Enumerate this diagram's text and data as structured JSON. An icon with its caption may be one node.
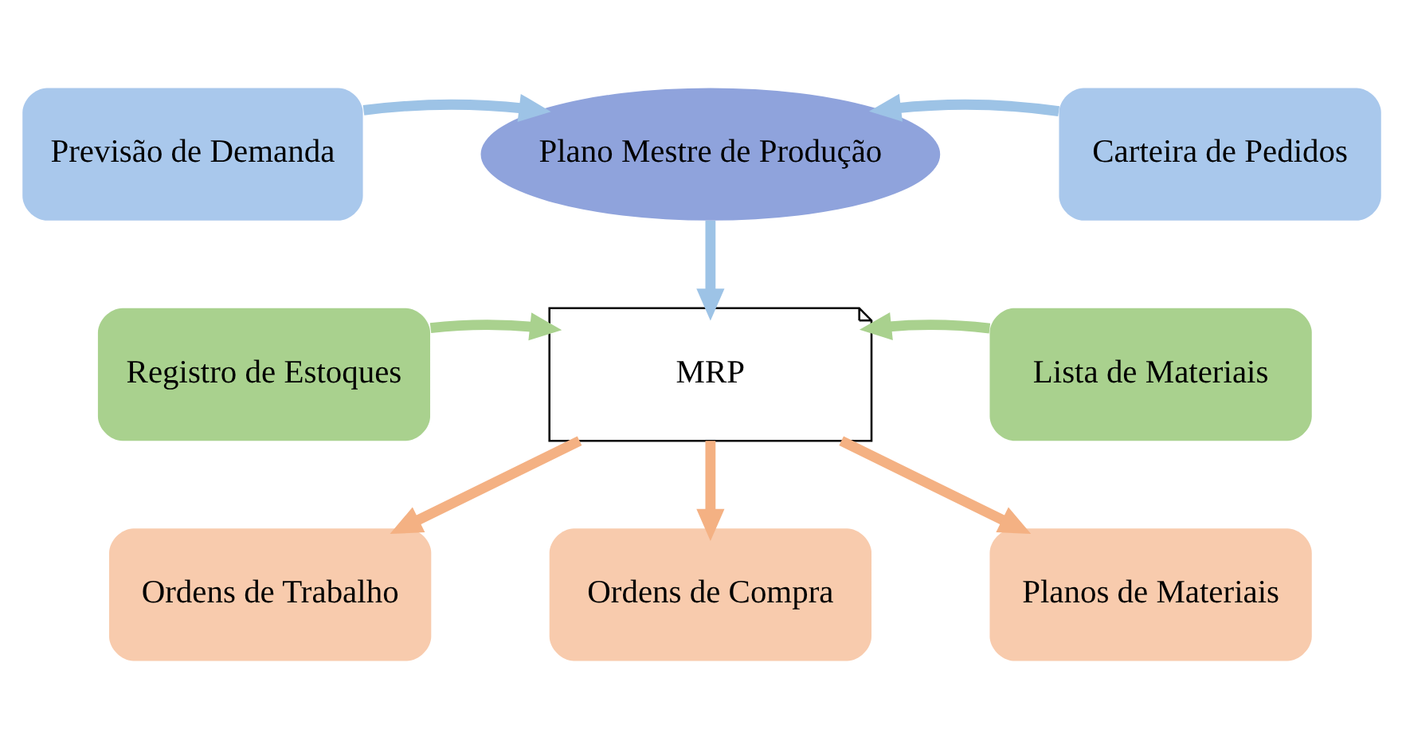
{
  "diagram": {
    "nodes": [
      {
        "text": [
          "Previsão de Demanda"
        ]
      },
      {
        "text": [
          "Plano Mestre de Produção"
        ]
      },
      {
        "text": [
          "Carteira de Pedidos"
        ]
      },
      {
        "text": [
          "Registro de Estoques"
        ]
      },
      {
        "text": [
          "MRP"
        ]
      },
      {
        "text": [
          "Lista de Materiais"
        ]
      },
      {
        "text": [
          "Ordens de Trabalho"
        ]
      },
      {
        "text": [
          "Ordens de Compra"
        ]
      },
      {
        "text": [
          "Planos de Materiais"
        ]
      }
    ],
    "edges": [
      {
        "from": 0,
        "to": 1,
        "arrow": "to",
        "color": "#9dc3e6"
      },
      {
        "from": 2,
        "to": 1,
        "arrow": "to",
        "color": "#9dc3e6"
      },
      {
        "from": 1,
        "to": 4,
        "arrow": "to",
        "color": "#9dc3e6"
      },
      {
        "from": 3,
        "to": 4,
        "arrow": "to",
        "color": "#a9d18e"
      },
      {
        "from": 5,
        "to": 4,
        "arrow": "to",
        "color": "#a9d18e"
      },
      {
        "from": 4,
        "to": 6,
        "arrow": "to",
        "color": "#f4b183"
      },
      {
        "from": 4,
        "to": 7,
        "arrow": "to",
        "color": "#f4b183"
      },
      {
        "from": 4,
        "to": 8,
        "arrow": "to",
        "color": "#f4b183"
      }
    ]
  }
}
